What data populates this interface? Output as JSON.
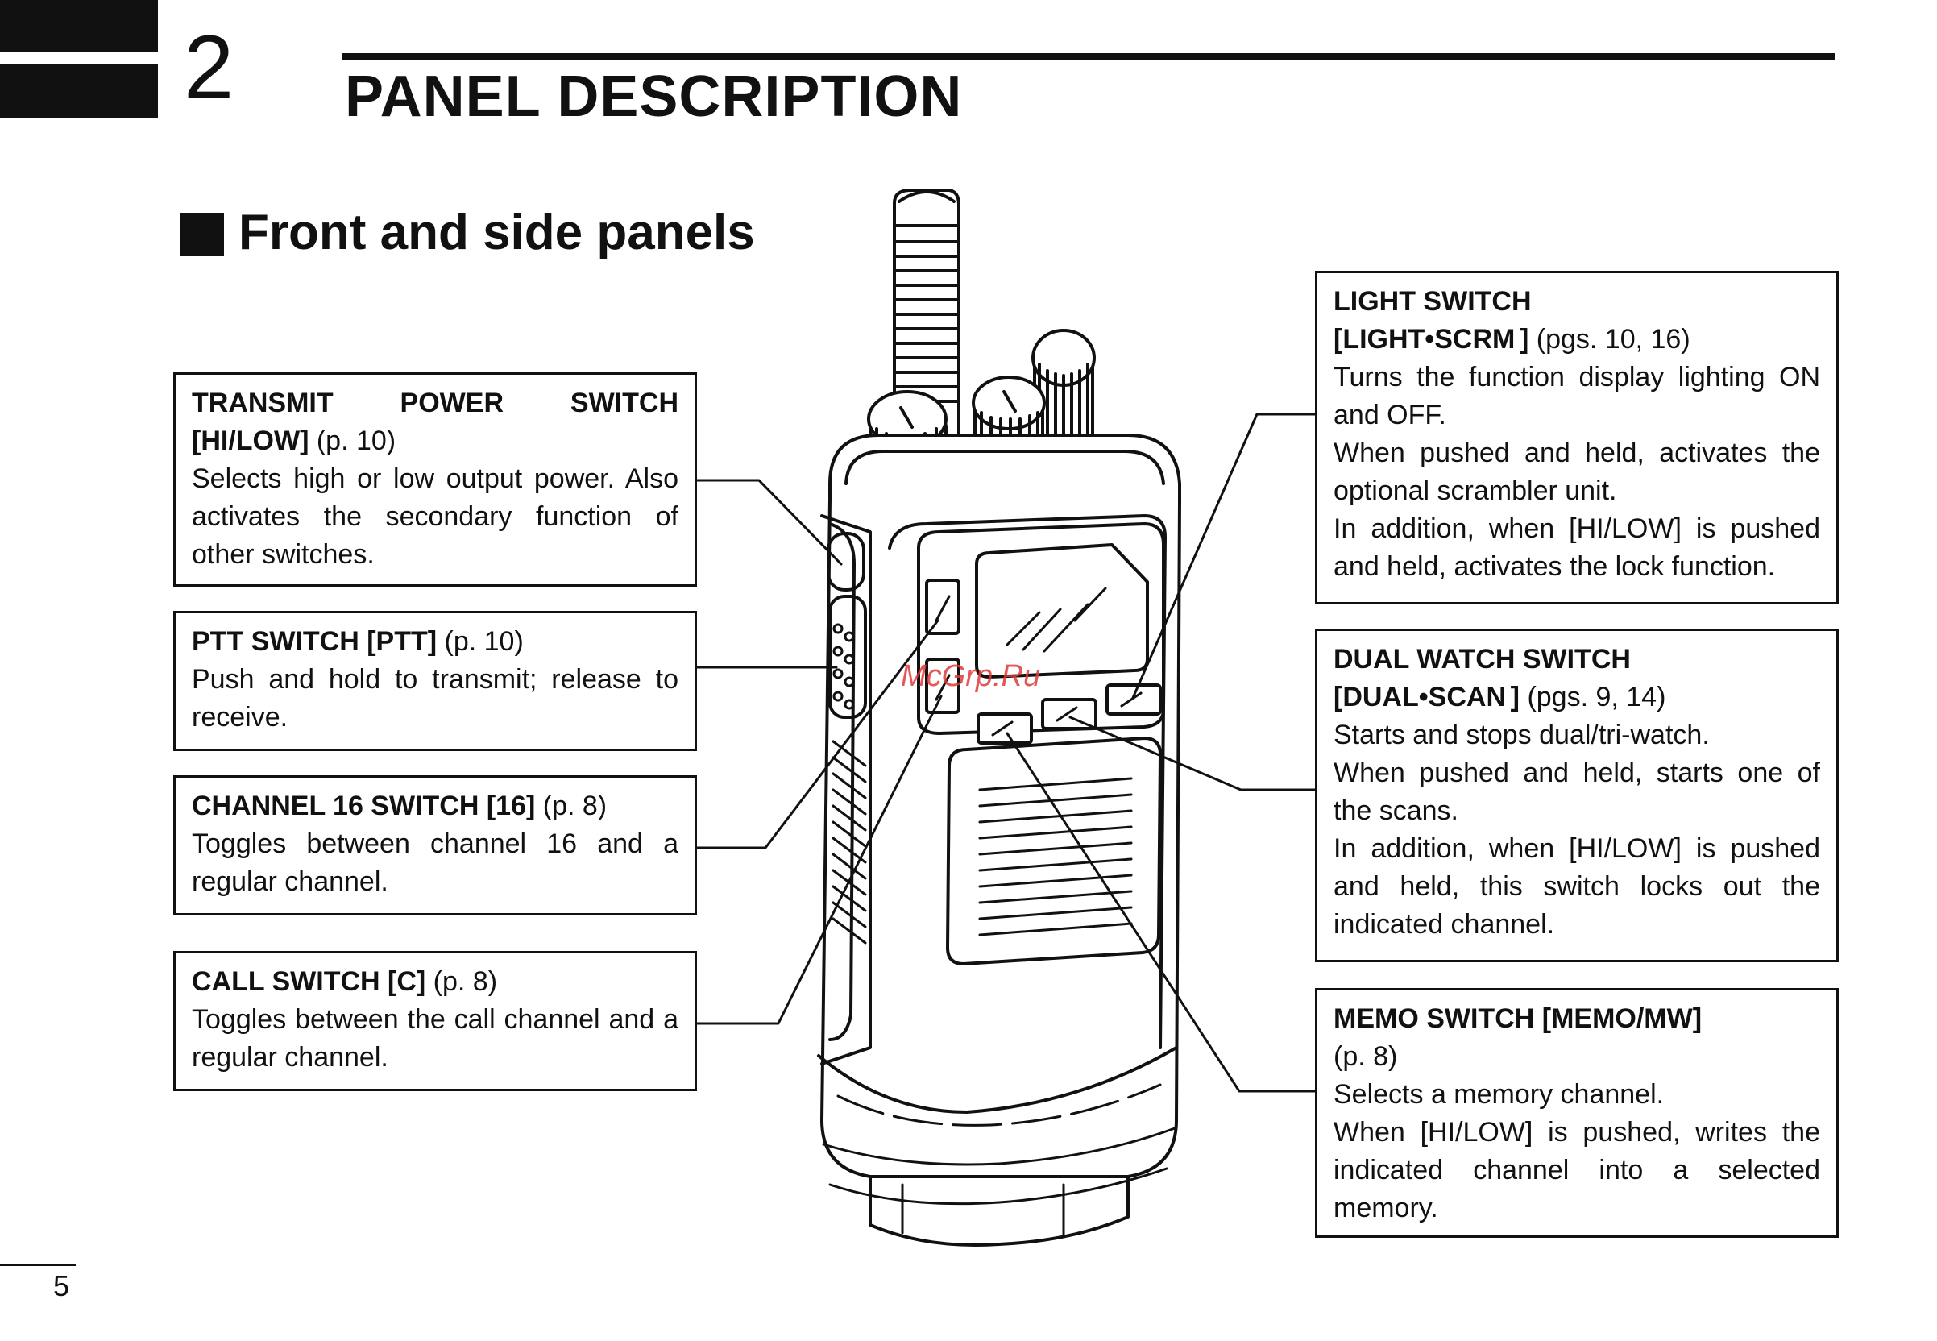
{
  "chapter": {
    "number": "2",
    "title": "PANEL DESCRIPTION"
  },
  "section": {
    "title": "Front and side panels"
  },
  "callouts": {
    "transmit_power": {
      "name": "TRANSMIT  POWER SWITCH [HI/LOW]",
      "ref": "(p. 10)",
      "lines": [
        "Selects high or low output power. Also activates the secondary function of other switches."
      ]
    },
    "ptt": {
      "name": "PTT SWITCH [PTT]",
      "ref": "(p. 10)",
      "lines": [
        "Push and hold to transmit; release to receive."
      ]
    },
    "channel16": {
      "name": "CHANNEL 16 SWITCH [16]",
      "ref": "(p. 8)",
      "lines": [
        "Toggles between channel 16 and a regular channel."
      ]
    },
    "call": {
      "name": "CALL SWITCH [C]",
      "ref": "(p. 8)",
      "lines": [
        "Toggles between the call channel and a regular channel."
      ]
    },
    "light": {
      "title": "LIGHT SWITCH",
      "name": "[LIGHT•SCRM ]",
      "ref": "(pgs. 10, 16)",
      "lines": [
        "Turns the function display lighting ON and OFF.",
        "When pushed and held, activates the optional scrambler unit.",
        "In addition, when [HI/LOW] is pushed and held, activates the lock function."
      ]
    },
    "dual_watch": {
      "title": "DUAL WATCH SWITCH",
      "name": "[DUAL•SCAN ]",
      "ref": "(pgs. 9, 14)",
      "lines": [
        "Starts and stops dual/tri-watch.",
        "When pushed and held, starts one of the scans.",
        "In addition, when [HI/LOW] is pushed and held, this switch locks out the indicated channel."
      ]
    },
    "memo": {
      "name": "MEMO SWITCH [MEMO/MW]",
      "ref": "(p. 8)",
      "lines": [
        "Selects a memory channel.",
        "When [HI/LOW] is pushed, writes the indicated channel into a selected memory."
      ]
    }
  },
  "page_number": "5",
  "watermark": "McGrp.Ru",
  "icons": {
    "scrambler": "key-lock-icon",
    "lockout": "boxed-L-icon"
  }
}
